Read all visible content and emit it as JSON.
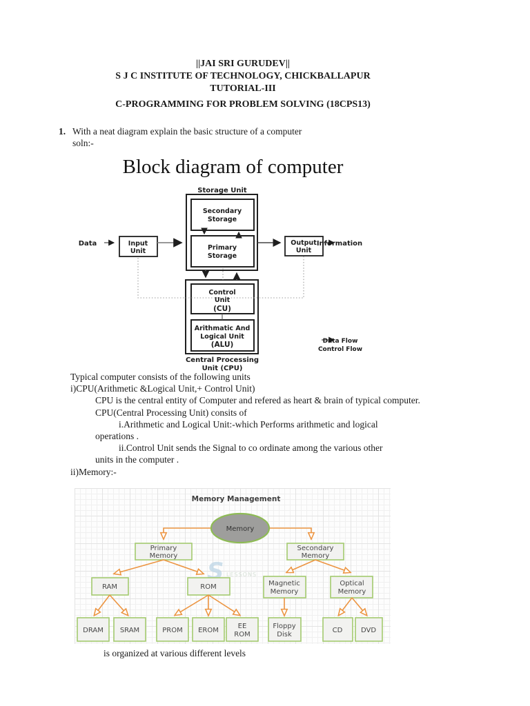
{
  "header": {
    "line1": "||JAI SRI GURUDEV||",
    "line2": "S J C INSTITUTE OF TECHNOLOGY, CHICKBALLAPUR",
    "line3": "TUTORIAL-III",
    "course": "C-PROGRAMMING FOR PROBLEM SOLVING (18CPS13)"
  },
  "question": {
    "number": "1.",
    "text": "With a neat diagram explain the basic structure of a computer",
    "soln": "soln:-"
  },
  "block_diagram": {
    "title": "Block diagram of computer",
    "storage_unit_label": "Storage Unit",
    "secondary_storage": [
      "Secondary",
      "Storage"
    ],
    "primary_storage": [
      "Primary",
      "Storage"
    ],
    "input_unit": [
      "Input",
      "Unit"
    ],
    "output_unit": [
      "Output",
      "Unit"
    ],
    "data_label": "Data",
    "information_label": "Information",
    "control_unit": [
      "Control",
      "Unit",
      "(CU)"
    ],
    "alu": [
      "Arithmatic And",
      "Logical Unit",
      "(ALU)"
    ],
    "cpu_label": [
      "Central Processing",
      "Unit (CPU)"
    ],
    "legend": {
      "data_flow": "Data Flow",
      "control_flow": "Control Flow"
    }
  },
  "body_text": {
    "lines": [
      {
        "indent": 0,
        "text": "Typical computer consists of the following units"
      },
      {
        "indent": 0,
        "text": "i)CPU(Arithmetic &Logical Unit,+ Control Unit)"
      },
      {
        "indent": 1,
        "text": "CPU is the central entity of Computer and refered as heart & brain of typical computer."
      },
      {
        "indent": 1,
        "text": "CPU(Central Processing Unit) consits of"
      },
      {
        "indent": 2,
        "text": "i.Arithmetic and Logical Unit:-which Performs arithmetic and logical"
      },
      {
        "indent": 1,
        "text": "operations ."
      },
      {
        "indent": 2,
        "text": "ii.Control Unit sends the Signal to co ordinate among the various other"
      },
      {
        "indent": 1,
        "text": "units in the computer ."
      },
      {
        "indent": 0,
        "text": "ii)Memory:-"
      }
    ]
  },
  "memory_diagram": {
    "title": "Memory Management",
    "root": "Memory",
    "nodes": {
      "primary": [
        "Primary",
        "Memory"
      ],
      "secondary": [
        "Secondary",
        "Memory"
      ],
      "ram": "RAM",
      "rom": "ROM",
      "magnetic": [
        "Magnetic",
        "Memory"
      ],
      "optical": [
        "Optical",
        "Memory"
      ],
      "dram": "DRAM",
      "sram": "SRAM",
      "prom": "PROM",
      "erom": "EROM",
      "eerom": [
        "EE",
        "ROM"
      ],
      "floppy": [
        "Floppy",
        "Disk"
      ],
      "cd": "CD",
      "dvd": "DVD"
    },
    "watermark": {
      "letter": "S",
      "text": "LESSONS"
    }
  },
  "footer_text": "is organized at various different levels",
  "colors": {
    "orange_connector": "#ec9440",
    "green_border": "#a3ca6e",
    "node_fill": "#f2f2f0",
    "ellipse_fill": "#9e9e9c",
    "watermark_blue": "#bdd5e6",
    "text_black": "#1a1a1a"
  }
}
